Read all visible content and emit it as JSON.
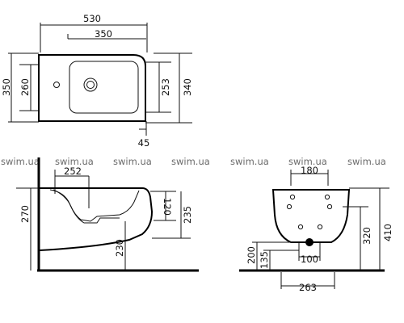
{
  "top_view": {
    "width_outer": "530",
    "width_inner": "350",
    "depth_left_outer": "350",
    "depth_left_inner": "260",
    "depth_right_inner": "253",
    "depth_right_outer": "340",
    "rear_offset": "45"
  },
  "side_view": {
    "bowl_length": "252",
    "height_total": "270",
    "bowl_depth": "120",
    "height_right": "235",
    "outlet_height": "230"
  },
  "back_view": {
    "fixing_spacing": "180",
    "outlet_offset": "200",
    "outlet_low": "135",
    "outlet_width": "100",
    "base_width": "263",
    "rim_height": "320",
    "total_height": "410"
  },
  "watermark": "swim.ua"
}
